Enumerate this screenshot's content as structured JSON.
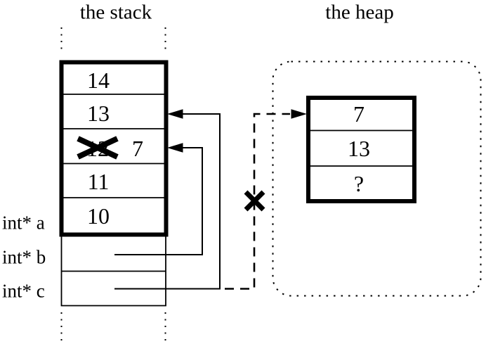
{
  "colors": {
    "ink": "#000000",
    "background": "#ffffff"
  },
  "titles": {
    "stack": "the stack",
    "heap": "the heap"
  },
  "stack": {
    "frame_cells": [
      {
        "value": "14"
      },
      {
        "value": "13"
      },
      {
        "value": "12",
        "crossed_out": true,
        "replacement_value": "7"
      },
      {
        "value": "11"
      },
      {
        "value": "10"
      }
    ],
    "pointer_vars": [
      {
        "label": "int* a"
      },
      {
        "label": "int* b"
      },
      {
        "label": "int* c"
      }
    ]
  },
  "heap": {
    "block_cells": [
      {
        "value": "7"
      },
      {
        "value": "13"
      },
      {
        "value": "?"
      }
    ]
  },
  "icons": {
    "cross_out": "✕",
    "invalid_pointer": "✕"
  }
}
